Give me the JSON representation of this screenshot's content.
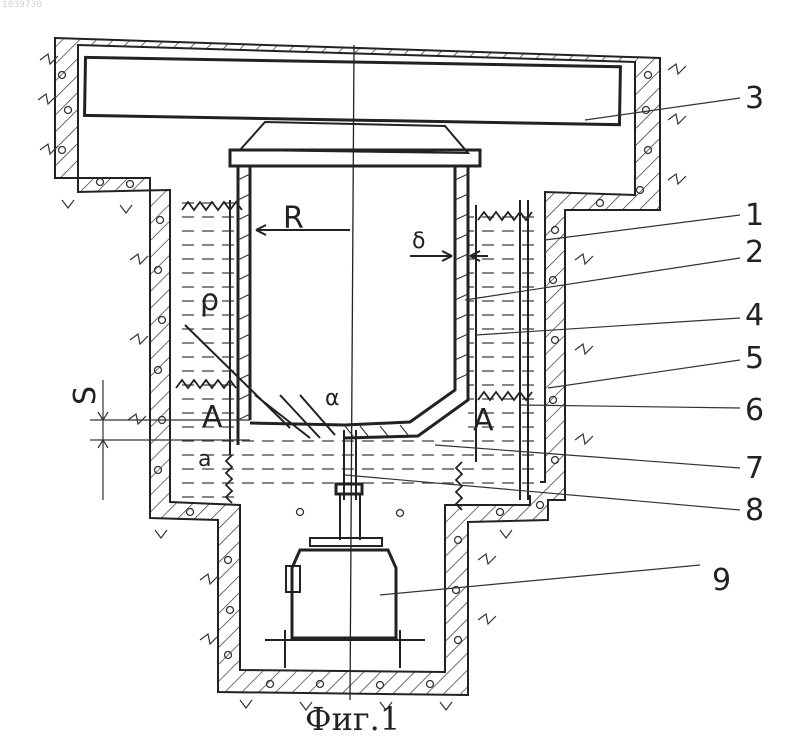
{
  "document": {
    "doc_number": "1839730",
    "caption": "Фиг.1"
  },
  "labels": {
    "n1": "1",
    "n2": "2",
    "n3": "3",
    "n4": "4",
    "n5": "5",
    "n6": "6",
    "n7": "7",
    "n8": "8",
    "n9": "9",
    "R": "R",
    "delta": "δ",
    "A_left": "A",
    "A_right": "A",
    "a": "a",
    "alpha": "α",
    "rho": "ρ",
    "S": "S"
  }
}
